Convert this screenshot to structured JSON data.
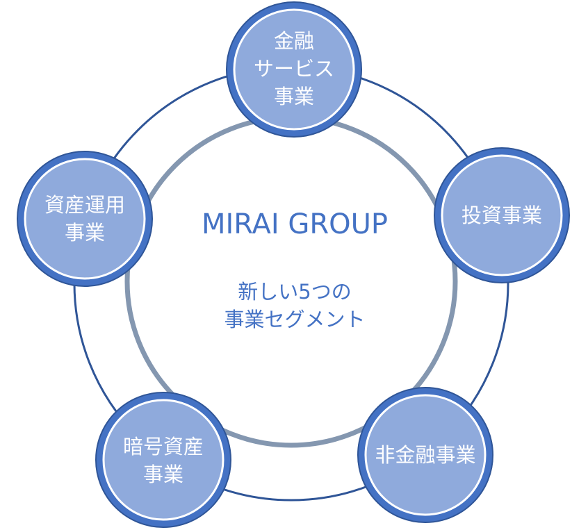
{
  "center": {
    "title": "MIRAI GROUP",
    "subtitle": "新しい5つの\n事業セグメント"
  },
  "segments": [
    {
      "label": "金融\nサービス\n事業"
    },
    {
      "label": "投資事業"
    },
    {
      "label": "非金融事業"
    },
    {
      "label": "暗号資産\n事業"
    },
    {
      "label": "資産運用\n事業"
    }
  ],
  "colors": {
    "ring": "#4472C4",
    "fill": "#8FAADC",
    "outer_circle": "#2F5597",
    "inner_circle": "#8497B0",
    "text": "#4472C4"
  }
}
